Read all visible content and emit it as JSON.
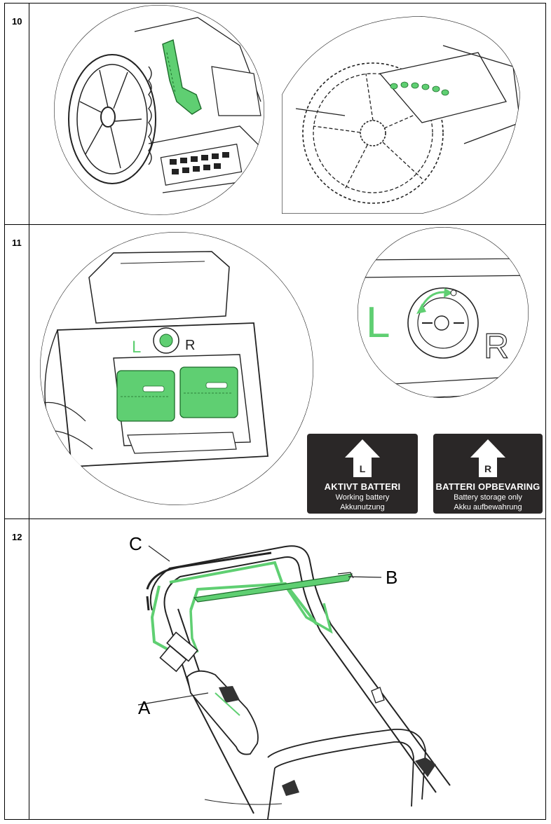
{
  "steps": [
    {
      "number": "10"
    },
    {
      "number": "11",
      "switch_labels": {
        "left": "L",
        "right": "R"
      },
      "cards": [
        {
          "letter": "L",
          "title": "AKTIVT BATTERI",
          "line1": "Working battery",
          "line2": "Akkunutzung"
        },
        {
          "letter": "R",
          "title": "BATTERI OPBEVARING",
          "line1": "Battery storage only",
          "line2": "Akku aufbewahrung"
        }
      ]
    },
    {
      "number": "12",
      "callouts": {
        "a": "A",
        "b": "B",
        "c": "C"
      }
    }
  ],
  "colors": {
    "highlight": "#5fcf72",
    "ink": "#222222",
    "card": "#2a2727"
  }
}
